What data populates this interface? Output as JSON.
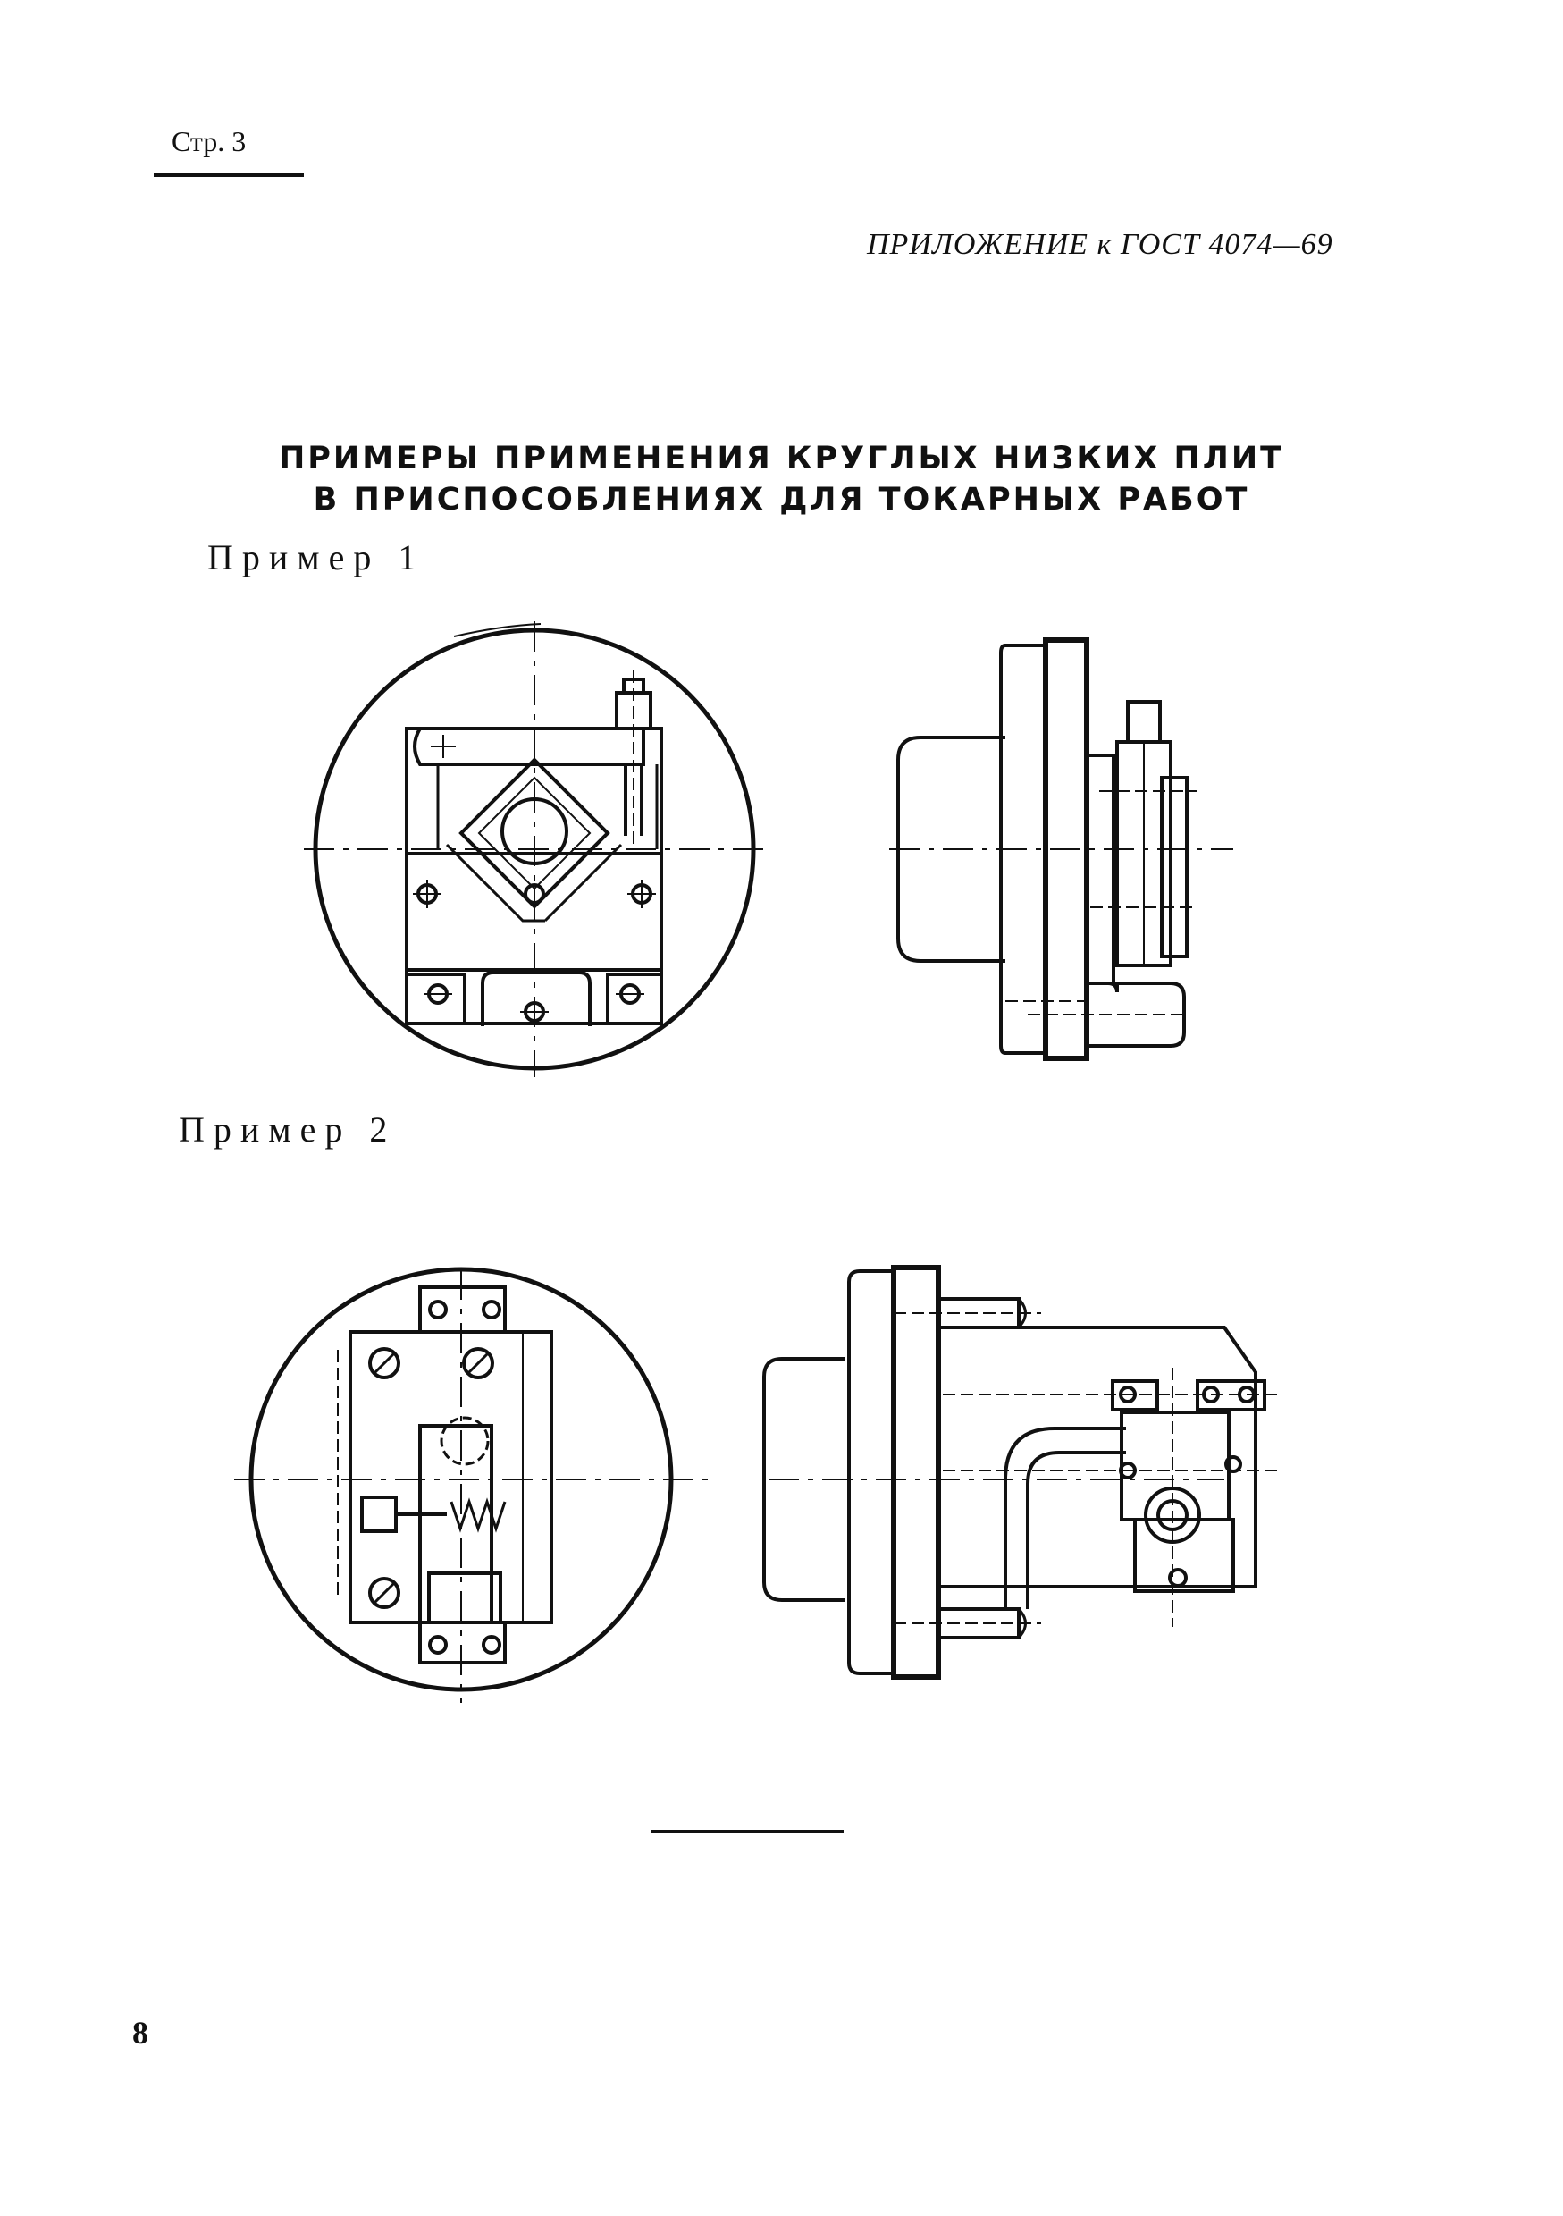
{
  "header": {
    "page_label": "Стр. 3",
    "appendix": "ПРИЛОЖЕНИЕ к ГОСТ 4074—69"
  },
  "title": {
    "line1": "ПРИМЕРЫ ПРИМЕНЕНИЯ КРУГЛЫХ НИЗКИХ ПЛИТ",
    "line2": "В ПРИСПОСОБЛЕНИЯХ ДЛЯ ТОКАРНЫХ РАБОТ"
  },
  "examples": [
    {
      "label": "Пример 1"
    },
    {
      "label": "Пример 2"
    }
  ],
  "footer": {
    "page_number": "8"
  }
}
